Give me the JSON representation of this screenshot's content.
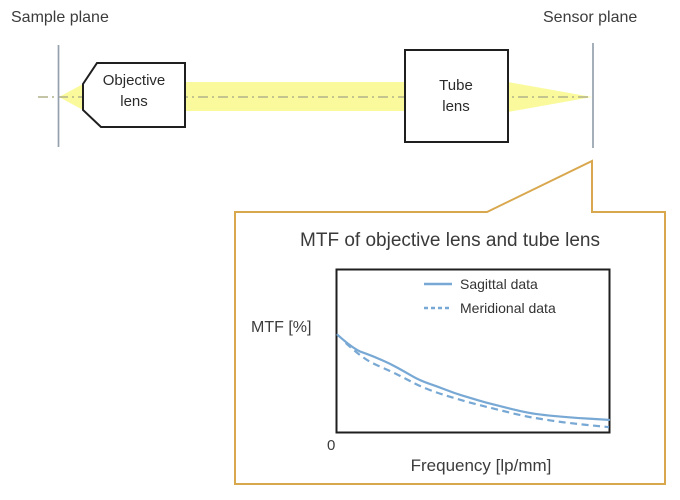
{
  "colors": {
    "beam_yellow": "#fafa9d",
    "axis_dash": "#b1b18a",
    "plane_line": "#95a1ae",
    "lens_border": "#1f1f1f",
    "callout_border": "#d9a84e",
    "plot_border": "#1f1f1f",
    "curve_blue": "#78a8d4",
    "text": "#3c3c3c"
  },
  "diagram": {
    "sample_plane_label": "Sample plane",
    "sensor_plane_label": "Sensor plane",
    "objective_lens_label": "Objective lens",
    "tube_lens_label": "Tube lens"
  },
  "callout": {
    "title": "MTF of objective lens and tube lens"
  },
  "chart_data": {
    "type": "line",
    "title": "MTF of objective lens and tube lens",
    "xlabel": "Frequency [lp/mm]",
    "ylabel": "MTF [%]",
    "origin_label": "0",
    "xlim": [
      0,
      100
    ],
    "ylim": [
      0,
      100
    ],
    "grid": false,
    "legend_position": "top-right-inside",
    "series": [
      {
        "name": "Sagittal data",
        "style": "solid",
        "color": "#78a8d4",
        "points": [
          [
            0,
            60
          ],
          [
            6,
            51
          ],
          [
            12,
            47.5
          ],
          [
            19,
            42.5
          ],
          [
            25,
            37
          ],
          [
            30,
            32
          ],
          [
            37,
            28
          ],
          [
            43,
            24
          ],
          [
            49,
            21
          ],
          [
            55,
            18
          ],
          [
            61,
            15.5
          ],
          [
            67,
            13
          ],
          [
            73,
            11
          ],
          [
            85,
            9
          ],
          [
            100,
            7.5
          ]
        ]
      },
      {
        "name": "Meridional data",
        "style": "dashed",
        "color": "#78a8d4",
        "points": [
          [
            3,
            55
          ],
          [
            7,
            49
          ],
          [
            12,
            43
          ],
          [
            19,
            38
          ],
          [
            25,
            33
          ],
          [
            30,
            28.5
          ],
          [
            37,
            24
          ],
          [
            43,
            21
          ],
          [
            49,
            18
          ],
          [
            55,
            15.5
          ],
          [
            61,
            13
          ],
          [
            67,
            10.5
          ],
          [
            73,
            8.5
          ],
          [
            85,
            5.5
          ],
          [
            100,
            3
          ]
        ]
      }
    ]
  }
}
